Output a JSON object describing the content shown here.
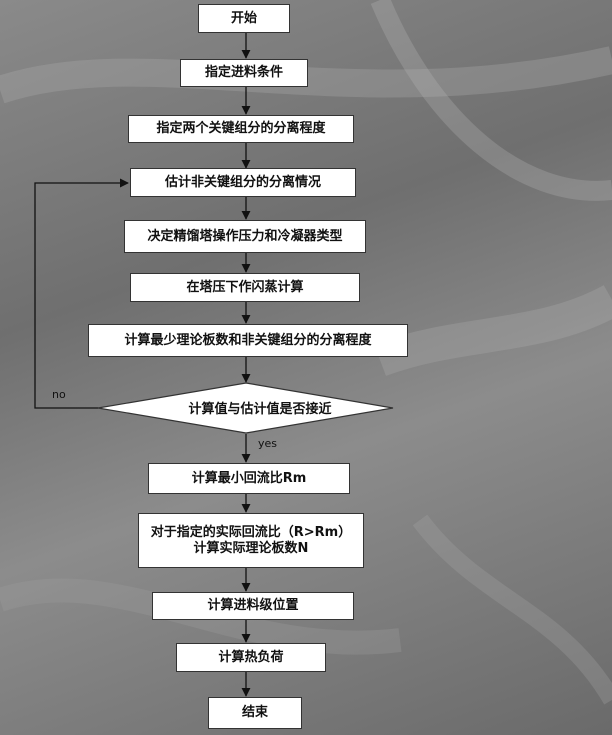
{
  "nodes": {
    "start": "开始",
    "feed_conditions": "指定进料条件",
    "key_separation": "指定两个关键组分的分离程度",
    "estimate_nonkey": "估计非关键组分的分离情况",
    "pressure_condenser": "决定精馏塔操作压力和冷凝器类型",
    "flash_calc": "在塔压下作闪蒸计算",
    "min_stages": "计算最少理论板数和非关键组分的分离程度",
    "decision": "计算值与估计值是否接近",
    "min_reflux": "计算最小回流比Rm",
    "actual_reflux_line1": "对于指定的实际回流比（R>Rm）",
    "actual_reflux_line2": "计算实际理论板数N",
    "feed_stage": "计算进料级位置",
    "heat_duty": "计算热负荷",
    "end": "结束"
  },
  "labels": {
    "no": "no",
    "yes": "yes"
  },
  "colors": {
    "note_cyan": "#42c9cf",
    "box_border": "#333333",
    "arrow": "#111111"
  }
}
